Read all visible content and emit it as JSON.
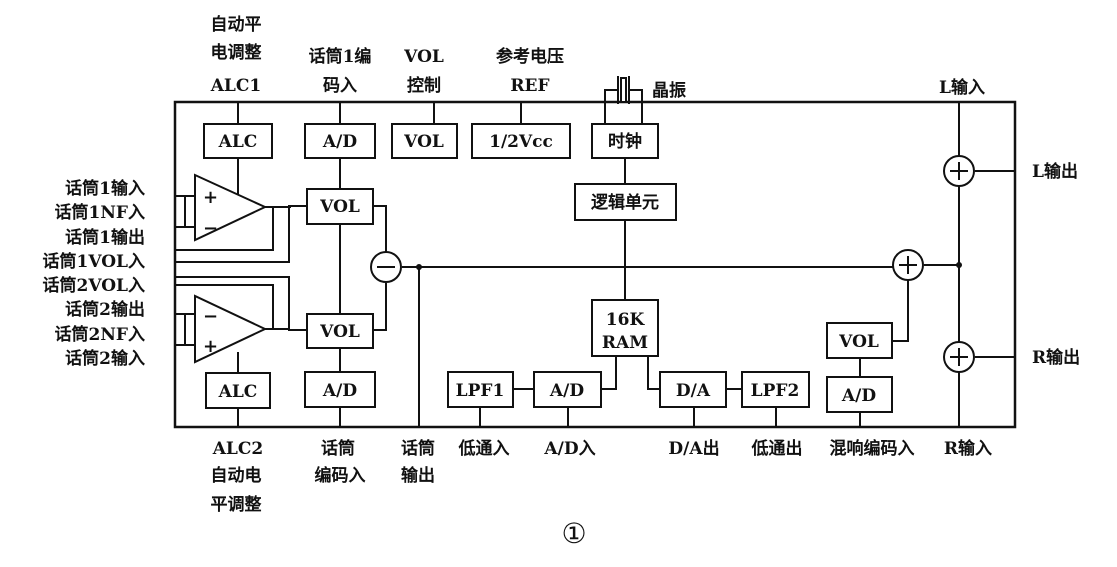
{
  "top_labels": {
    "alc1_line1": "自动平",
    "alc1_line2": "电调整",
    "alc1_name": "ALC1",
    "mic1_enc_line1": "话筒1编",
    "mic1_enc_line2": "码入",
    "vol_ctrl_line1": "VOL",
    "vol_ctrl_line2": "控制",
    "ref_line1": "参考电压",
    "ref_line2": "REF",
    "crystal": "晶振",
    "l_in": "L输入"
  },
  "left_pins": [
    "话筒1输入",
    "话筒1NF入",
    "话筒1输出",
    "话筒1VOL入",
    "话筒2VOL入",
    "话筒2输出",
    "话筒2NF入",
    "话筒2输入"
  ],
  "right_labels": {
    "l_out": "L输出",
    "r_out": "R输出"
  },
  "bottom_labels": {
    "alc2_name": "ALC2",
    "alc2_line2": "自动电",
    "alc2_line3": "平调整",
    "mic_enc_line1": "话筒",
    "mic_enc_line2": "编码入",
    "mic_out_line1": "话筒",
    "mic_out_line2": "输出",
    "lpf_in": "低通入",
    "ad_in": "A/D入",
    "da_out": "D/A出",
    "lpf_out": "低通出",
    "reverb_in": "混响编码入",
    "r_in": "R输入"
  },
  "blocks": {
    "alc_top": "ALC",
    "ad_top": "A/D",
    "vol_top": "VOL",
    "half_vcc": "1/2Vcc",
    "clock": "时钟",
    "logic": "逻辑单元",
    "vol_mic1": "VOL",
    "vol_mic2": "VOL",
    "ram_line1": "16K",
    "ram_line2": "RAM",
    "alc_bottom": "ALC",
    "ad_mic2": "A/D",
    "lpf1": "LPF1",
    "ad_mid": "A/D",
    "da": "D/A",
    "lpf2": "LPF2",
    "vol_reverb": "VOL",
    "ad_reverb": "A/D"
  },
  "symbols": {
    "plus": "+",
    "minus": "−"
  },
  "figure_number": "①"
}
